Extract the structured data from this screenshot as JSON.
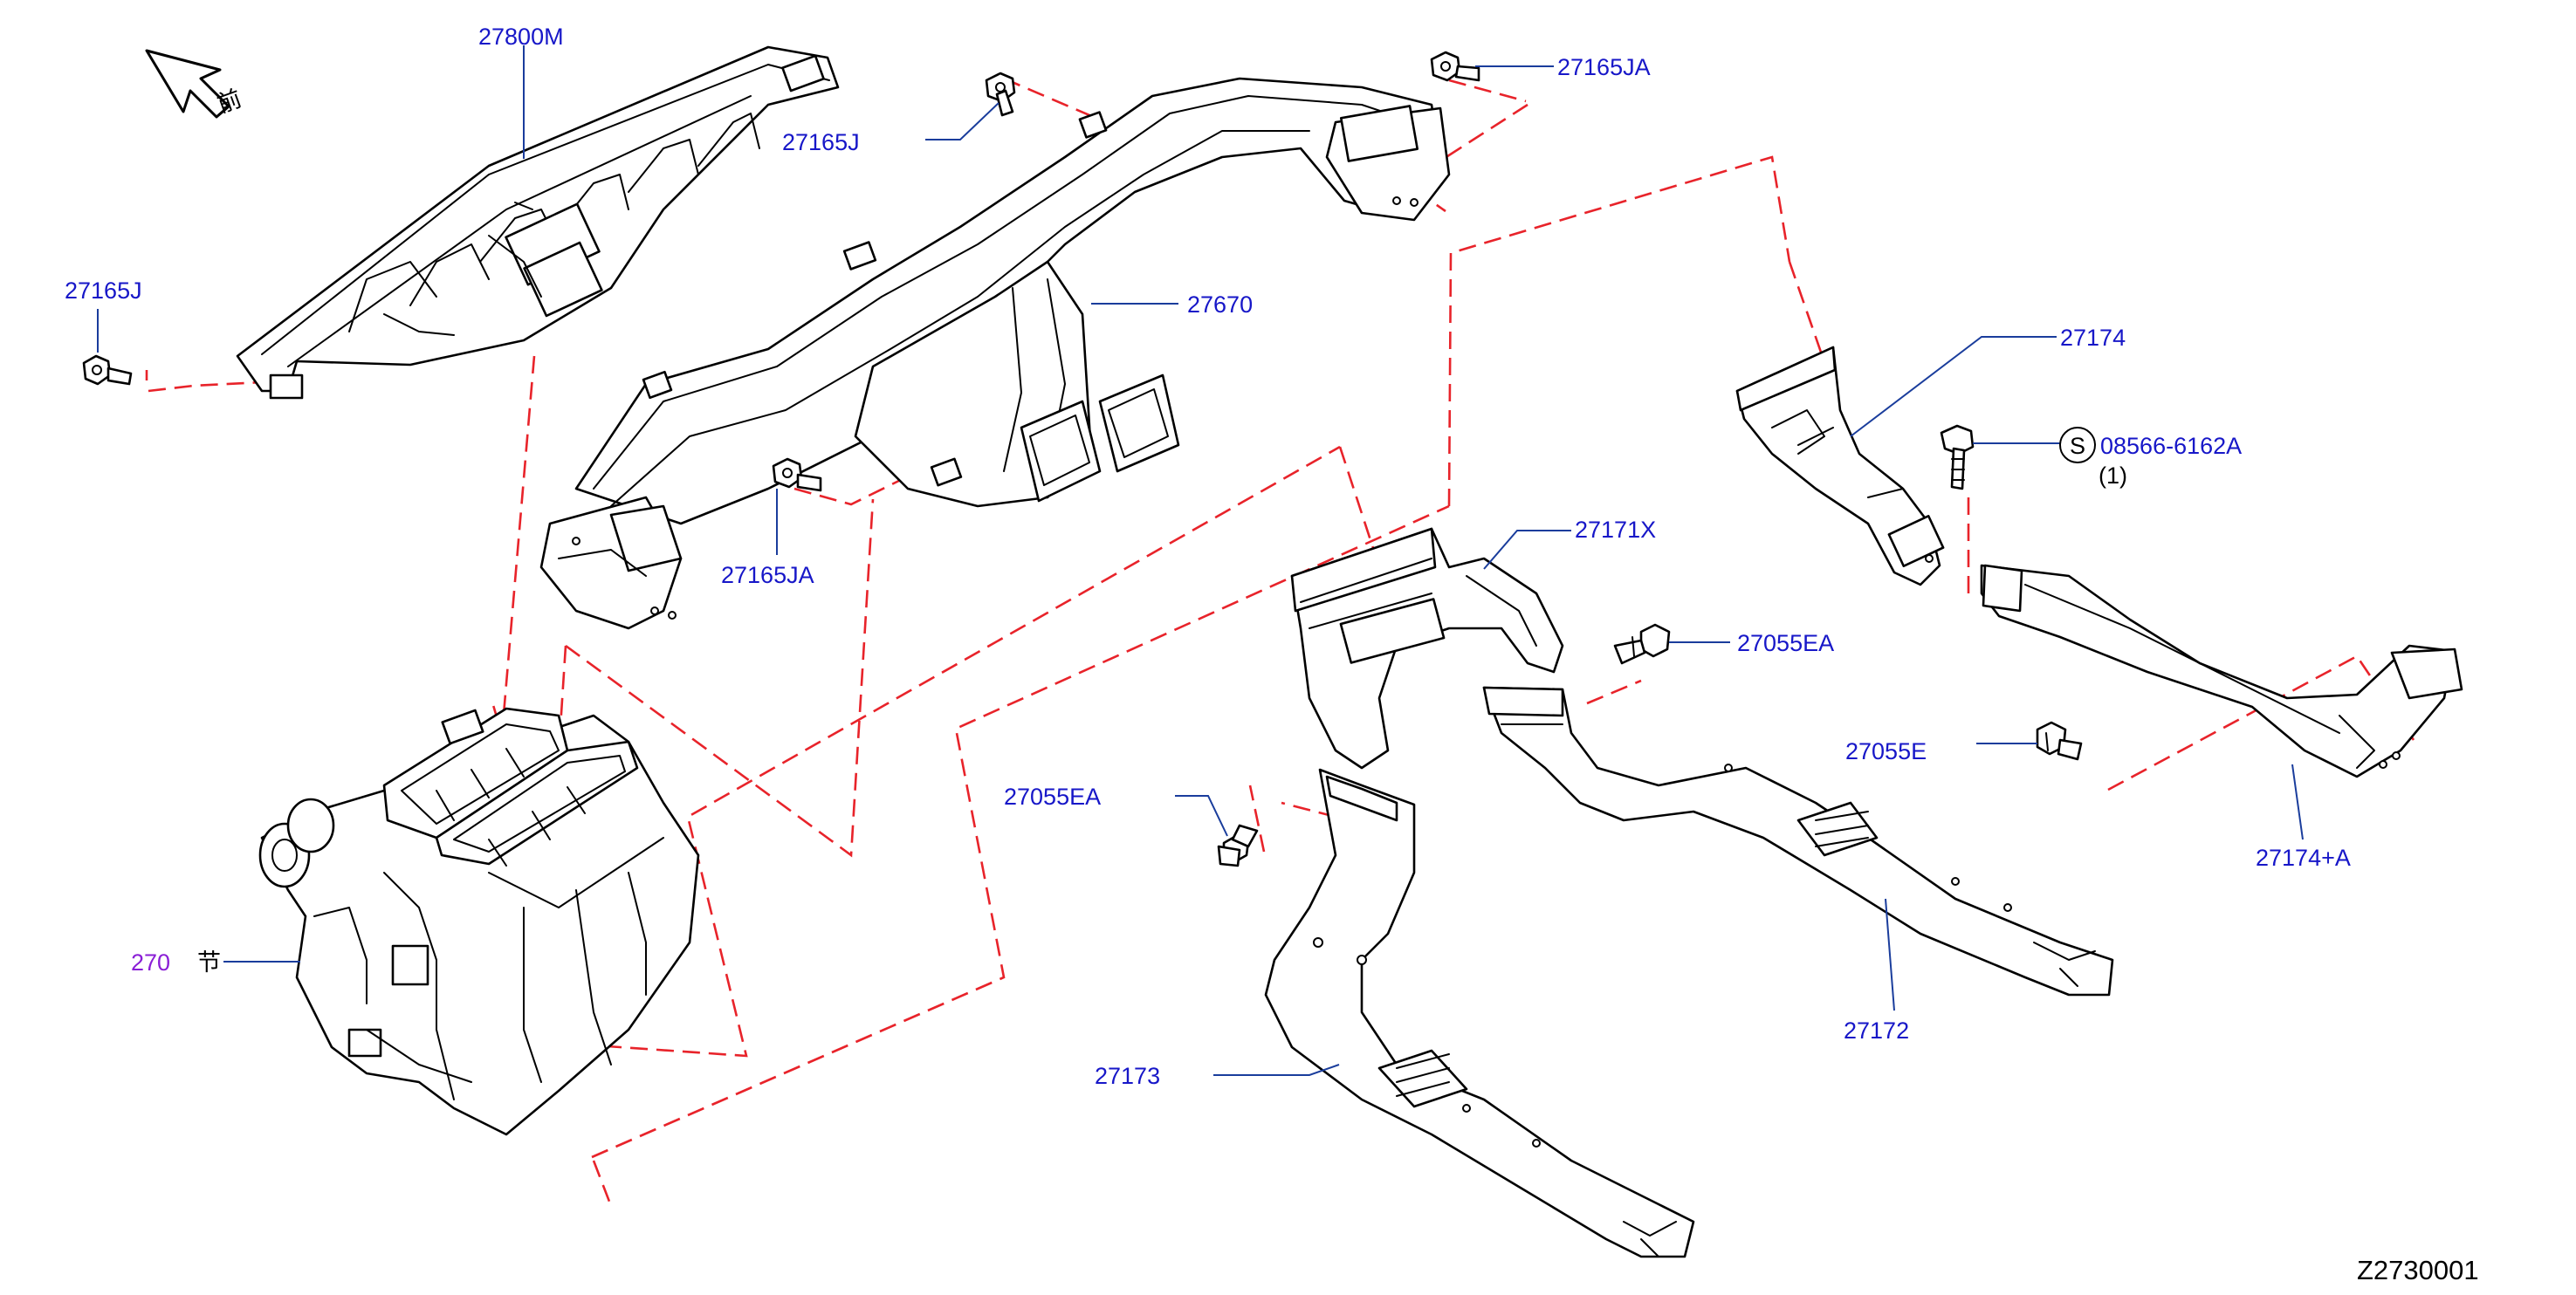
{
  "front_marker": {
    "glyph": "前"
  },
  "callouts": [
    {
      "id": "27800M",
      "text": "27800M"
    },
    {
      "id": "27165JA_top",
      "text": "27165JA"
    },
    {
      "id": "27165J_mid",
      "text": "27165J"
    },
    {
      "id": "27165J_left",
      "text": "27165J"
    },
    {
      "id": "27670",
      "text": "27670"
    },
    {
      "id": "27174",
      "text": "27174"
    },
    {
      "id": "08566-6162A",
      "text": "08566-6162A"
    },
    {
      "id": "27171X",
      "text": "27171X"
    },
    {
      "id": "27165JA_lower",
      "text": "27165JA"
    },
    {
      "id": "27055EA_right",
      "text": "27055EA"
    },
    {
      "id": "27055E",
      "text": "27055E"
    },
    {
      "id": "27055EA_left",
      "text": "27055EA"
    },
    {
      "id": "27174+A",
      "text": "27174+A"
    },
    {
      "id": "270",
      "text": "270"
    },
    {
      "id": "27172",
      "text": "27172"
    },
    {
      "id": "27173",
      "text": "27173"
    }
  ],
  "standard_part_symbol": "S",
  "quantity_note": "(1)",
  "section_suffix_glyph": "节",
  "diagram_code": "Z2730001",
  "colors": {
    "callout_text": "#1717c8",
    "callout_text_purple": "#8a1ed6",
    "leader_line": "#1a3d9c",
    "connection_dash": "#e8232a",
    "part_outline": "#000000"
  }
}
